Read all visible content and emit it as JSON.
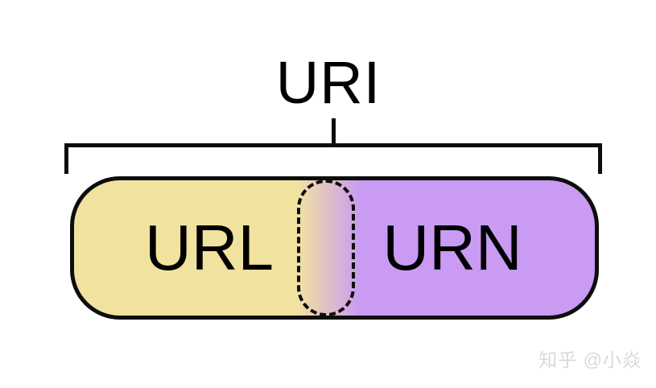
{
  "colors": {
    "background": "#ffffff",
    "url_fill": "#f2e2a0",
    "urn_fill": "#c99bf2",
    "outline": "#0d0d0d",
    "label_text": "#000000",
    "watermark": "#d9d9d9"
  },
  "diagram": {
    "title": "URI",
    "regions": [
      {
        "label": "URL"
      },
      {
        "label": "URN"
      }
    ]
  },
  "watermark": {
    "text": "知乎 @小焱"
  }
}
